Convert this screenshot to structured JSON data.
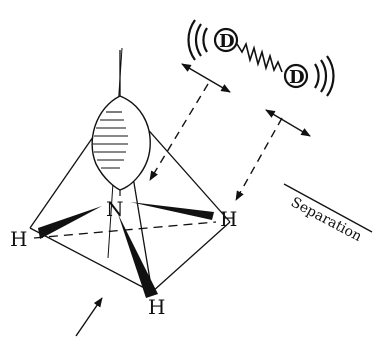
{
  "labels": {
    "nitrogen": "N",
    "hydrogen_left": "H",
    "hydrogen_right": "H",
    "hydrogen_bottom": "H",
    "separation": "Separation",
    "dipole_charge_left": "D",
    "dipole_charge_right": "D"
  },
  "colors": {
    "ink": "#111111",
    "background": "#ffffff"
  }
}
